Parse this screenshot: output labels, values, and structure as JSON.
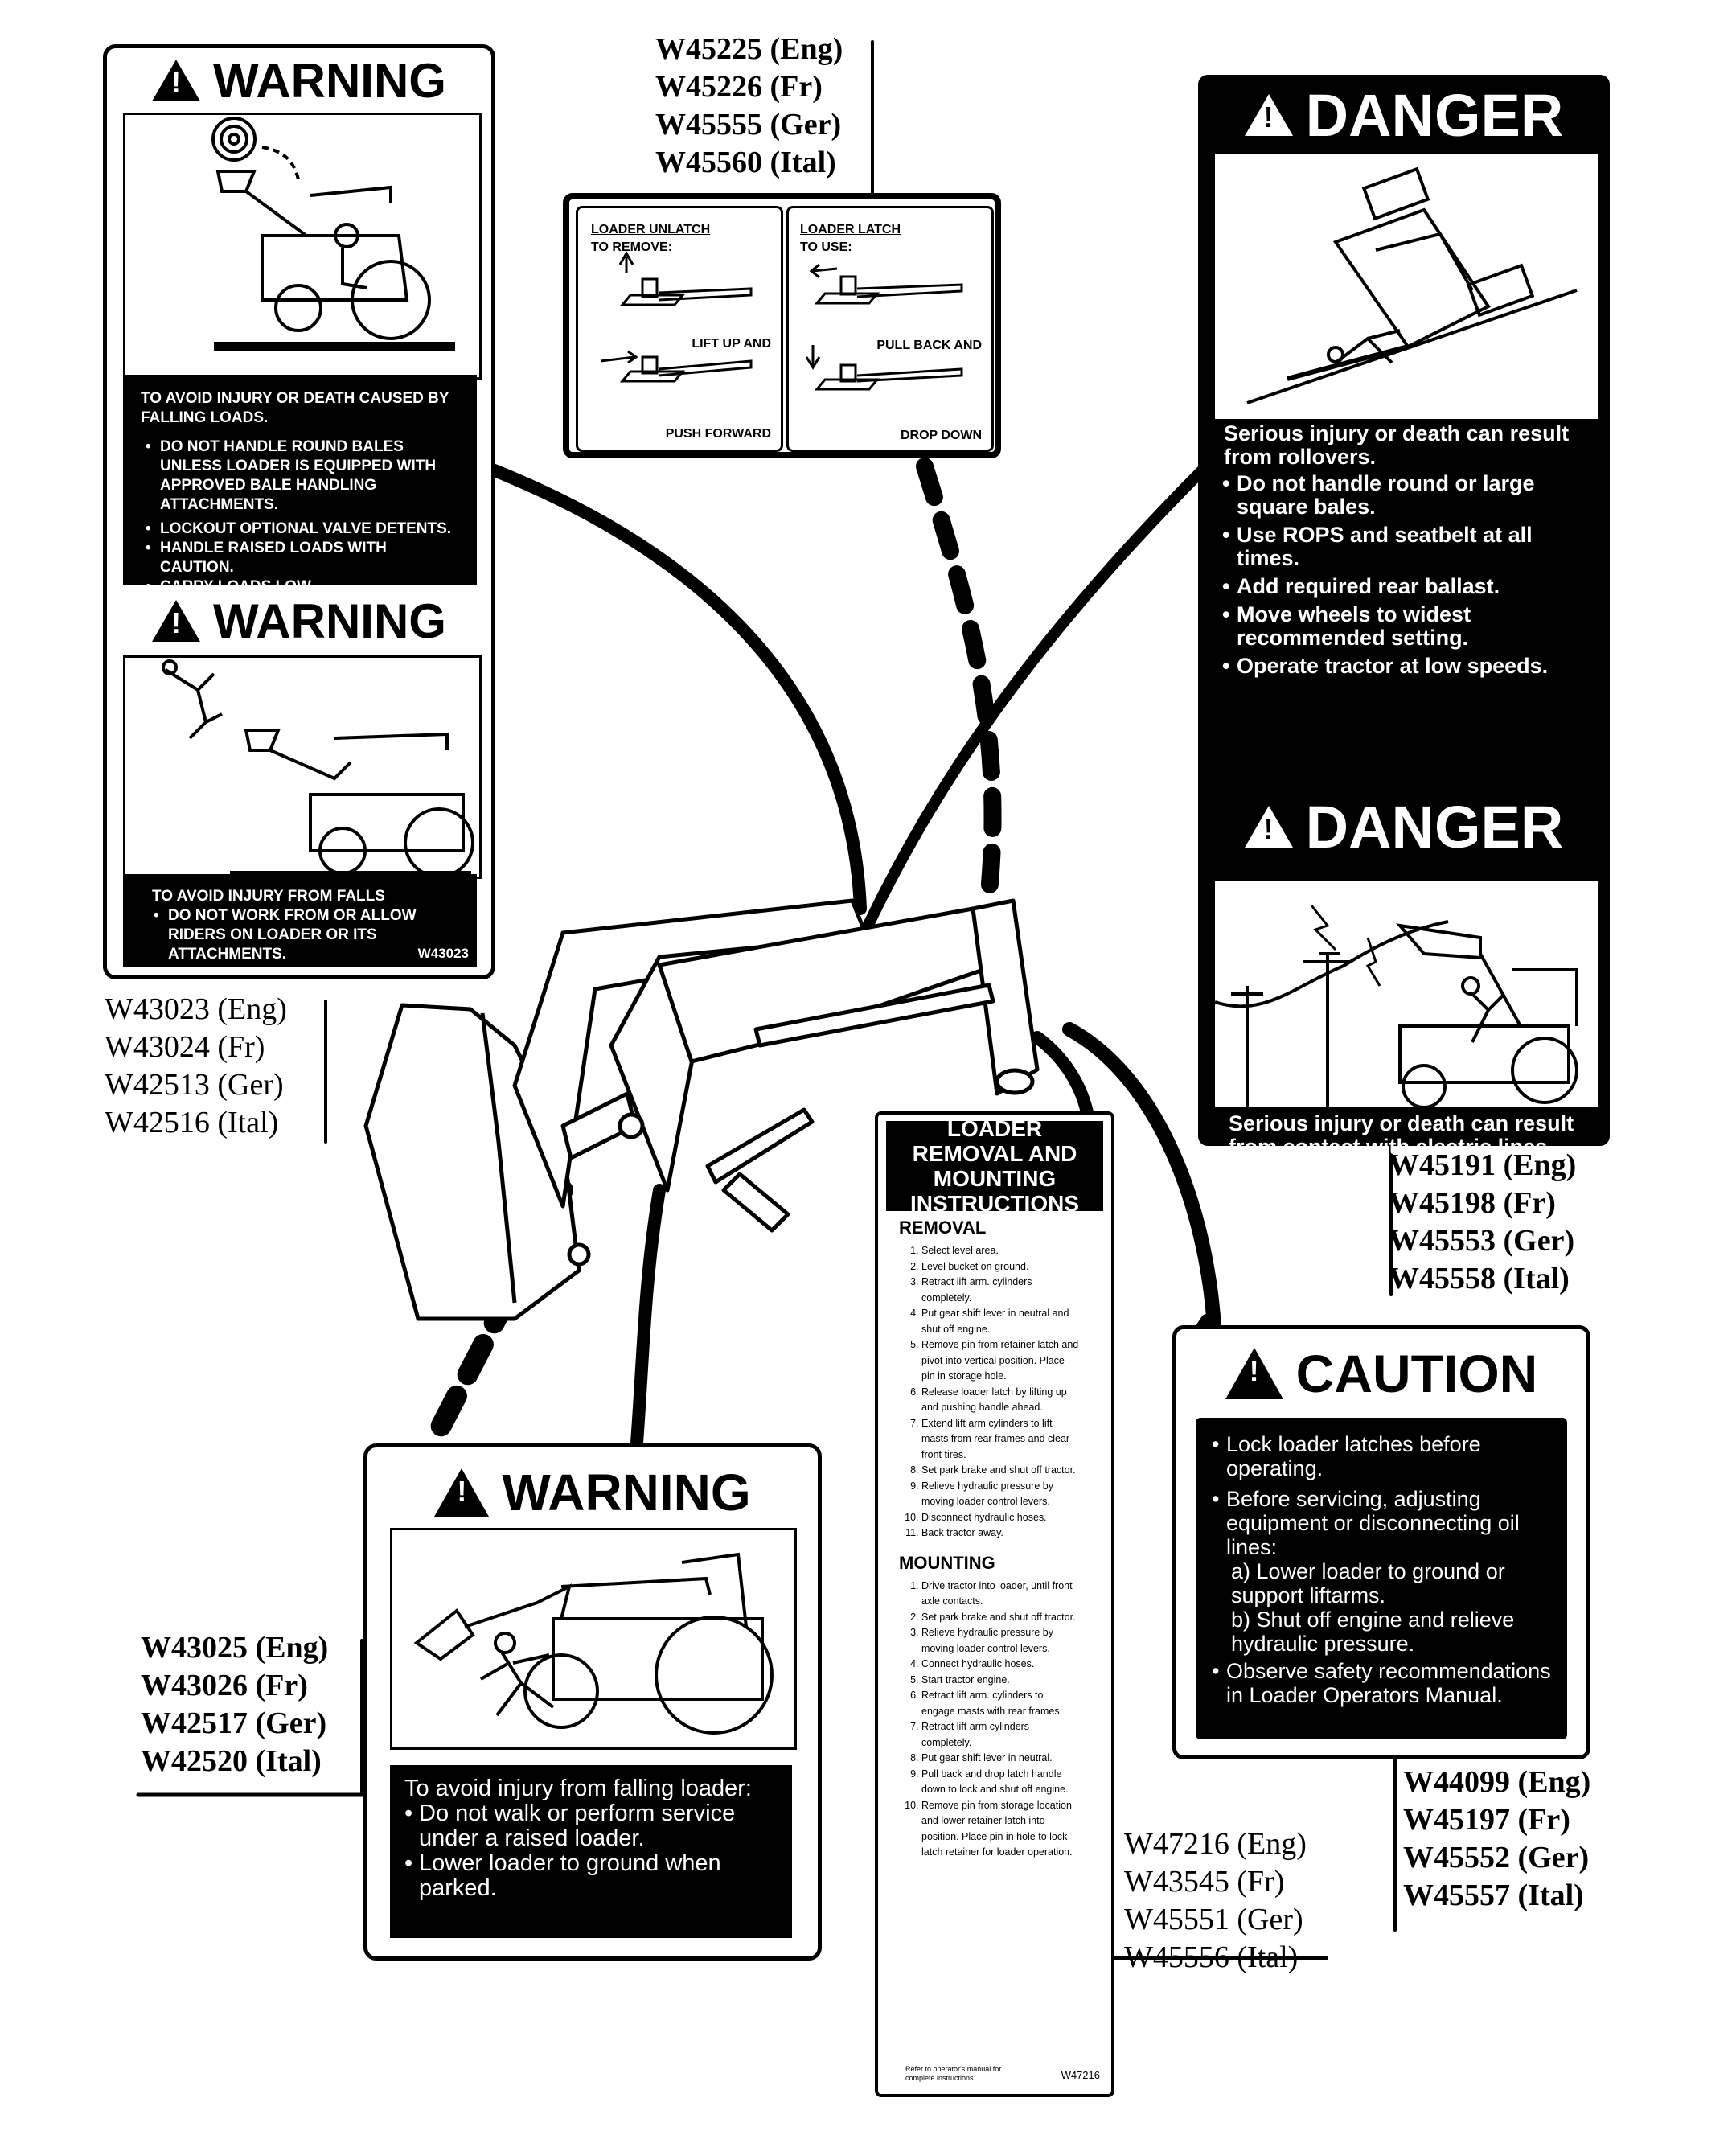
{
  "decal_w43023": {
    "warning1": {
      "header": "WARNING",
      "lead": "TO AVOID INJURY OR DEATH CAUSED BY FALLING LOADS.",
      "items": [
        "DO NOT HANDLE ROUND BALES UNLESS LOADER IS EQUIPPED WITH APPROVED BALE HANDLING ATTACHMENTS.",
        "LOCKOUT OPTIONAL VALVE DETENTS.",
        "HANDLE RAISED LOADS WITH CAUTION.",
        "CARRY LOADS LOW."
      ]
    },
    "warning2": {
      "header": "WARNING",
      "lead": "TO AVOID INJURY FROM FALLS",
      "items": [
        "DO NOT WORK FROM OR ALLOW RIDERS ON LOADER OR ITS ATTACHMENTS."
      ],
      "code": "W43023"
    },
    "part_numbers": [
      "W43023 (Eng)",
      "W43024 (Fr)",
      "W42513 (Ger)",
      "W42516 (Ital)"
    ]
  },
  "decal_latch": {
    "part_numbers": [
      "W45225 (Eng)",
      "W45226 (Fr)",
      "W45555 (Ger)",
      "W45560 (Ital)"
    ],
    "left": {
      "title": "LOADER UNLATCH",
      "subtitle": "TO REMOVE:",
      "step1": "LIFT UP AND",
      "step2": "PUSH FORWARD"
    },
    "right": {
      "title": "LOADER LATCH",
      "subtitle": "TO USE:",
      "step1": "PULL BACK AND",
      "step2": "DROP DOWN"
    }
  },
  "decal_danger": {
    "danger1": {
      "header": "DANGER",
      "lead": "Serious injury or death can result from rollovers.",
      "items": [
        "Do not handle round or large square bales.",
        "Use ROPS and seatbelt at all times.",
        "Add required rear ballast.",
        "Move wheels to widest recommended setting.",
        "Operate tractor at low speeds."
      ]
    },
    "danger2": {
      "header": "DANGER",
      "text": "Serious injury or death can result from contact with electric lines."
    },
    "part_numbers": [
      "W45191 (Eng)",
      "W45198 (Fr)",
      "W45553 (Ger)",
      "W45558 (Ital)"
    ]
  },
  "decal_caution": {
    "header": "CAUTION",
    "items": [
      "Lock loader latches before operating.",
      "Before servicing, adjusting equipment or disconnecting oil lines:",
      "Observe safety recommendations in Loader Operators Manual."
    ],
    "subitems": [
      "a) Lower loader to ground or support liftarms.",
      "b) Shut off engine and relieve hydraulic pressure."
    ],
    "part_numbers": [
      "W44099 (Eng)",
      "W45197 (Fr)",
      "W45552 (Ger)",
      "W45557 (Ital)"
    ]
  },
  "decal_w43025": {
    "header": "WARNING",
    "lead": "To avoid injury from falling loader:",
    "items": [
      "Do not walk or perform service under a raised loader.",
      "Lower loader to ground when parked."
    ],
    "part_numbers": [
      "W43025 (Eng)",
      "W43026 (Fr)",
      "W42517 (Ger)",
      "W42520 (Ital)"
    ]
  },
  "decal_instructions": {
    "title": "LOADER REMOVAL AND MOUNTING INSTRUCTIONS",
    "removal_title": "REMOVAL",
    "removal": [
      "Select level area.",
      "Level bucket on ground.",
      "Retract lift arm. cylinders completely.",
      "Put gear shift lever in neutral and shut off engine.",
      "Remove pin from retainer latch and pivot into vertical position. Place pin in storage hole.",
      "Release loader latch by lifting up and pushing handle ahead.",
      "Extend lift arm cylinders to lift masts from rear frames and clear front tires.",
      "Set park brake and shut off tractor.",
      "Relieve hydraulic pressure by moving loader control levers.",
      "Disconnect hydraulic hoses.",
      "Back tractor away."
    ],
    "mounting_title": "MOUNTING",
    "mounting": [
      "Drive tractor into loader, until front axle contacts.",
      "Set park brake and shut off tractor.",
      "Relieve hydraulic pressure by moving loader control levers.",
      "Connect hydraulic hoses.",
      "Start tractor engine.",
      "Retract lift arm. cylinders to engage masts with rear frames.",
      "Retract lift arm cylinders completely.",
      "Put gear shift lever in neutral.",
      "Pull back and drop latch handle down to lock and shut off engine.",
      "Remove pin from storage location and lower retainer latch into position. Place pin in hole to lock latch retainer for loader operation."
    ],
    "footer": "Refer to operator's manual for complete instructions.",
    "code": "W47216",
    "part_numbers": [
      "W47216 (Eng)",
      "W43545 (Fr)",
      "W45551 (Ger)",
      "W45556 (Ital)"
    ]
  }
}
